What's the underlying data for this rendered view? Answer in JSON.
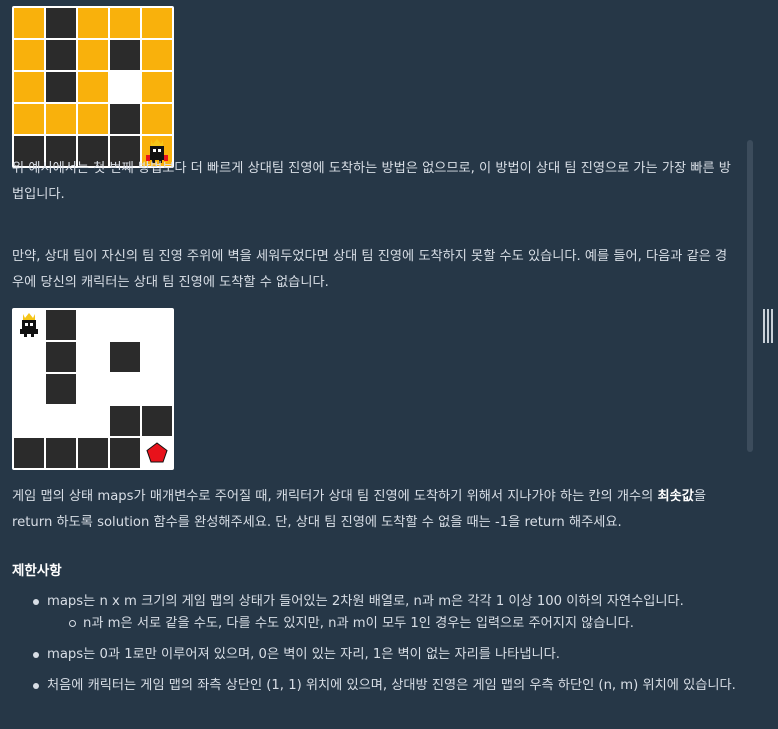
{
  "example_grid_1": {
    "cells": [
      "y",
      "d",
      "y",
      "y",
      "y",
      "y",
      "d",
      "y",
      "d",
      "y",
      "y",
      "d",
      "y",
      "w",
      "y",
      "y",
      "y",
      "y",
      "d",
      "y",
      "d",
      "d",
      "d",
      "d",
      "y"
    ],
    "character_cell": 24,
    "character_icon": "robot-character-icon"
  },
  "paragraph_1": "위 예시에서는 첫 번째 방법보다 더 빠르게 상대팀 진영에 도착하는 방법은 없으므로, 이 방법이 상대 팀 진영으로 가는 가장 빠른 방법입니다.",
  "paragraph_2": "만약, 상대 팀이 자신의 팀 진영 주위에 벽을 세워두었다면 상대 팀 진영에 도착하지 못할 수도 있습니다. 예를 들어, 다음과 같은 경우에 당신의 캐릭터는 상대 팀 진영에 도착할 수 없습니다.",
  "example_grid_2": {
    "cells": [
      "w",
      "d",
      "w",
      "w",
      "w",
      "w",
      "d",
      "w",
      "d",
      "w",
      "w",
      "d",
      "w",
      "w",
      "w",
      "w",
      "w",
      "w",
      "d",
      "d",
      "d",
      "d",
      "d",
      "d",
      "w"
    ],
    "character_cell": 0,
    "character_icon": "robot-character-icon",
    "goal_cell": 24,
    "goal_icon": "red-pentagon-icon"
  },
  "paragraph_3": {
    "before": "게임 맵의 상태 maps가 매개변수로 주어질 때, 캐릭터가 상대 팀 진영에 도착하기 위해서 지나가야 하는 칸의 개수의 ",
    "bold": "최솟값",
    "after": "을 return 하도록 solution 함수를 완성해주세요. 단, 상대 팀 진영에 도착할 수 없을 때는 -1을 return 해주세요."
  },
  "constraints_title": "제한사항",
  "constraints": [
    "maps는 n x m 크기의 게임 맵의 상태가 들어있는 2차원 배열로, n과 m은 각각 1 이상 100 이하의 자연수입니다.",
    "n과 m은 서로 같을 수도, 다를 수도 있지만, n과 m이 모두 1인 경우는 입력으로 주어지지 않습니다.",
    "maps는 0과 1로만 이루어져 있으며, 0은 벽이 있는 자리, 1은 벽이 없는 자리를 나타냅니다.",
    "처음에 캐릭터는 게임 맵의 좌측 상단인 (1, 1) 위치에 있으며, 상대방 진영은 게임 맵의 우측 하단인 (n, m) 위치에 있습니다."
  ],
  "colors": {
    "background": "#263747",
    "path_yellow": "#f9b10c",
    "wall_dark": "#2b2b2b",
    "goal_red": "#e8121b"
  }
}
